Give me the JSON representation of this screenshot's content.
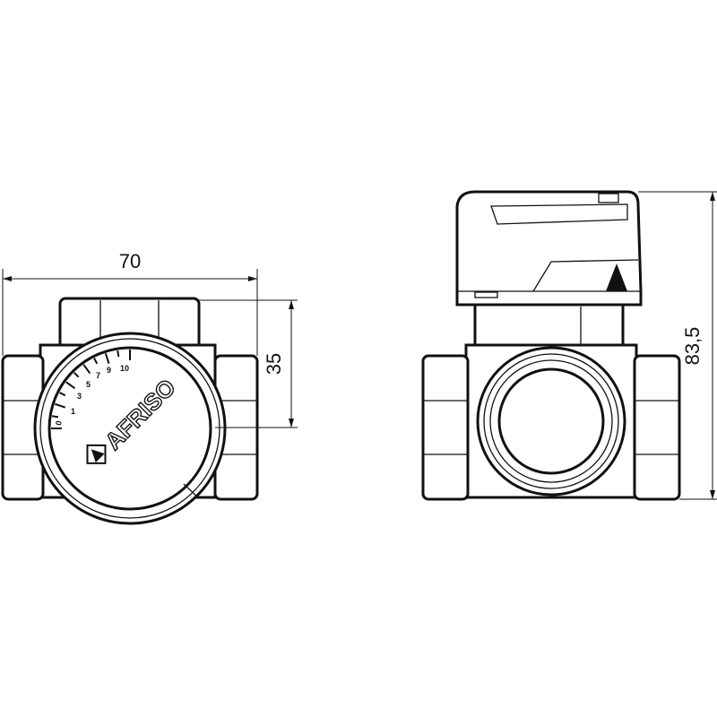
{
  "dimensions": {
    "width": "70",
    "height_front": "35",
    "height_total": "83,5"
  },
  "dial": {
    "labels": [
      "0",
      "1",
      "3",
      "5",
      "7",
      "9",
      "10"
    ],
    "brand": "AFRISO"
  }
}
